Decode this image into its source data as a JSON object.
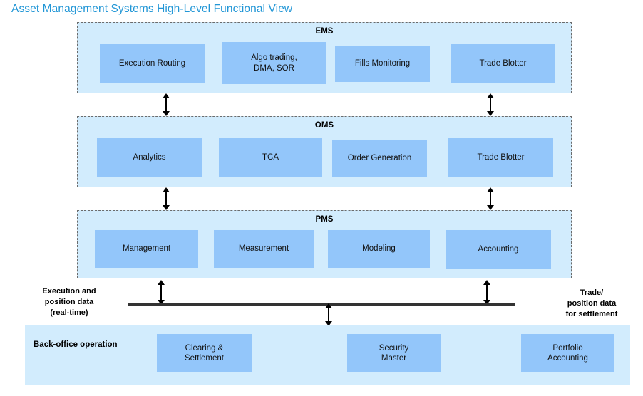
{
  "page": {
    "title": "Asset Management Systems High-Level Functional View",
    "title_color": "#2196d6"
  },
  "colors": {
    "container_fill": "#d2ecfd",
    "node_fill": "#93c6fa",
    "container_border": "#6b6b6b",
    "line": "#333333",
    "text": "#111111"
  },
  "layers": [
    {
      "id": "ems",
      "title": "EMS",
      "nodes": [
        {
          "label": "Execution Routing"
        },
        {
          "label": "Algo trading,\nDMA, SOR"
        },
        {
          "label": "Fills Monitoring"
        },
        {
          "label": "Trade Blotter"
        }
      ]
    },
    {
      "id": "oms",
      "title": "OMS",
      "nodes": [
        {
          "label": "Analytics"
        },
        {
          "label": "TCA"
        },
        {
          "label": "Order Generation"
        },
        {
          "label": "Trade Blotter"
        }
      ]
    },
    {
      "id": "pms",
      "title": "PMS",
      "nodes": [
        {
          "label": "Management"
        },
        {
          "label": "Measurement"
        },
        {
          "label": "Modeling"
        },
        {
          "label": "Accounting"
        }
      ]
    }
  ],
  "backoffice": {
    "title": "Back-office operation",
    "nodes": [
      {
        "label": "Clearing &\nSettlement"
      },
      {
        "label": "Security\nMaster"
      },
      {
        "label": "Portfolio\nAccounting"
      }
    ]
  },
  "captions": {
    "left": "Execution and\nposition data\n(real-time)",
    "right": "Trade/\nposition data\nfor settlement"
  },
  "connectors": [
    {
      "name": "ems-oms-left",
      "type": "double"
    },
    {
      "name": "ems-oms-right",
      "type": "double"
    },
    {
      "name": "oms-pms-left",
      "type": "double"
    },
    {
      "name": "oms-pms-right",
      "type": "double"
    },
    {
      "name": "pms-bus-left",
      "type": "double"
    },
    {
      "name": "pms-bus-right",
      "type": "double"
    },
    {
      "name": "bus-backoffice",
      "type": "double"
    }
  ]
}
